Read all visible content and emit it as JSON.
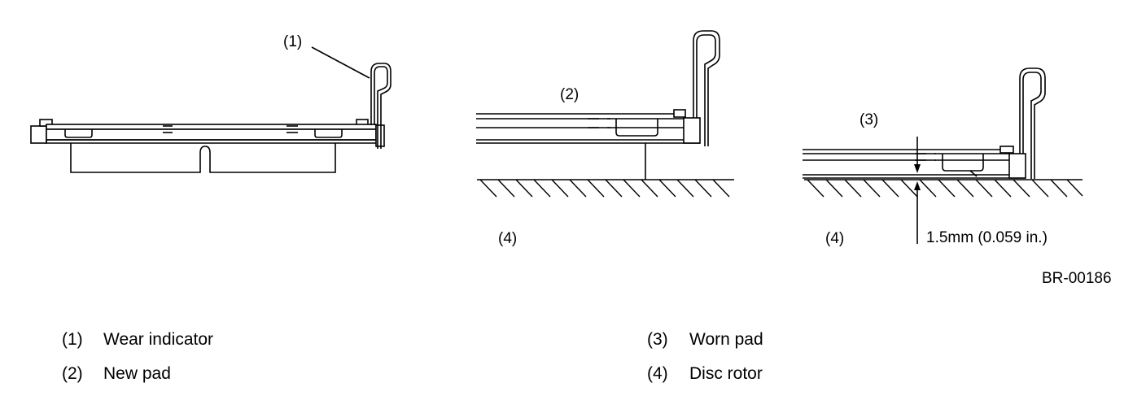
{
  "callouts": {
    "c1": "(1)",
    "c2": "(2)",
    "c3": "(3)",
    "c4a": "(4)",
    "c4b": "(4)"
  },
  "dimension": "1.5mm (0.059 in.)",
  "figure_code": "BR-00186",
  "legend": [
    {
      "num": "(1)",
      "label": "Wear indicator"
    },
    {
      "num": "(2)",
      "label": "New pad"
    },
    {
      "num": "(3)",
      "label": "Worn pad"
    },
    {
      "num": "(4)",
      "label": "Disc rotor"
    }
  ]
}
